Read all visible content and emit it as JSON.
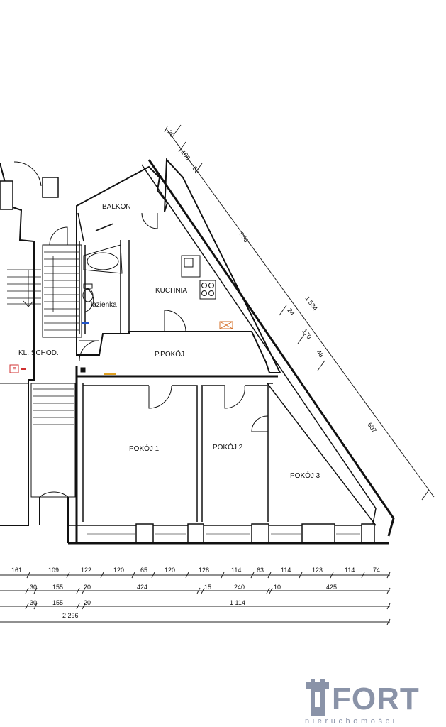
{
  "rooms": {
    "balkon": "BALKON",
    "kuchnia": "KUCHNIA",
    "lazienka": "łazienka",
    "klatka": "KL. SCHOD.",
    "przedpokoj": "P.POKÓJ",
    "pokoj1": "POKÓJ 1",
    "pokoj2": "POKÓJ 2",
    "pokoj3": "POKÓJ 3",
    "meter": "E"
  },
  "diagonal_dims": {
    "d20": "20",
    "d108": "108",
    "d50": "50",
    "d556": "556",
    "d1584": "1 584",
    "d24": "24",
    "d170": "170",
    "d48": "48",
    "d607": "607"
  },
  "row1_dims": [
    "161",
    "109",
    "122",
    "120",
    "65",
    "120",
    "128",
    "114",
    "63",
    "114",
    "123",
    "114",
    "74"
  ],
  "row2_dims": [
    "30",
    "155",
    "20",
    "424",
    "15",
    "240",
    "10",
    "425"
  ],
  "row3_dims": [
    "30",
    "155",
    "20",
    "1 114"
  ],
  "total_dim": "2 296",
  "logo": {
    "name": "FORT",
    "tagline": "nieruchomości",
    "color": "#8a93a8"
  }
}
